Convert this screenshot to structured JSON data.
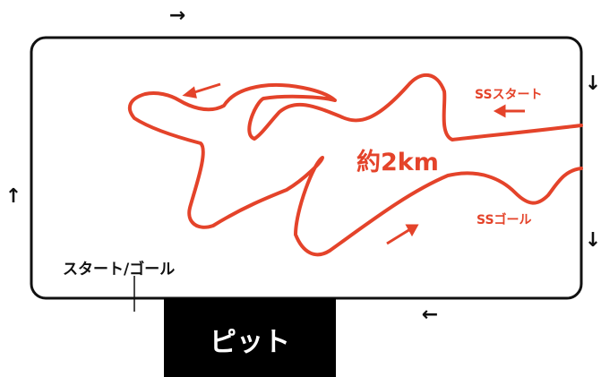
{
  "labels": {
    "ss_start": "SSスタート",
    "ss_goal": "SSゴール",
    "distance": "約2km",
    "start_goal": "スタート/ゴール",
    "pit": "ピット"
  },
  "arrows": {
    "top": "→",
    "right_upper": "↓",
    "right_lower": "↓",
    "left": "↑",
    "bottom": "←"
  },
  "colors": {
    "course": "#e4432a",
    "circuit": "#111111",
    "pit_box": "#000000",
    "pit_text": "#ffffff"
  }
}
